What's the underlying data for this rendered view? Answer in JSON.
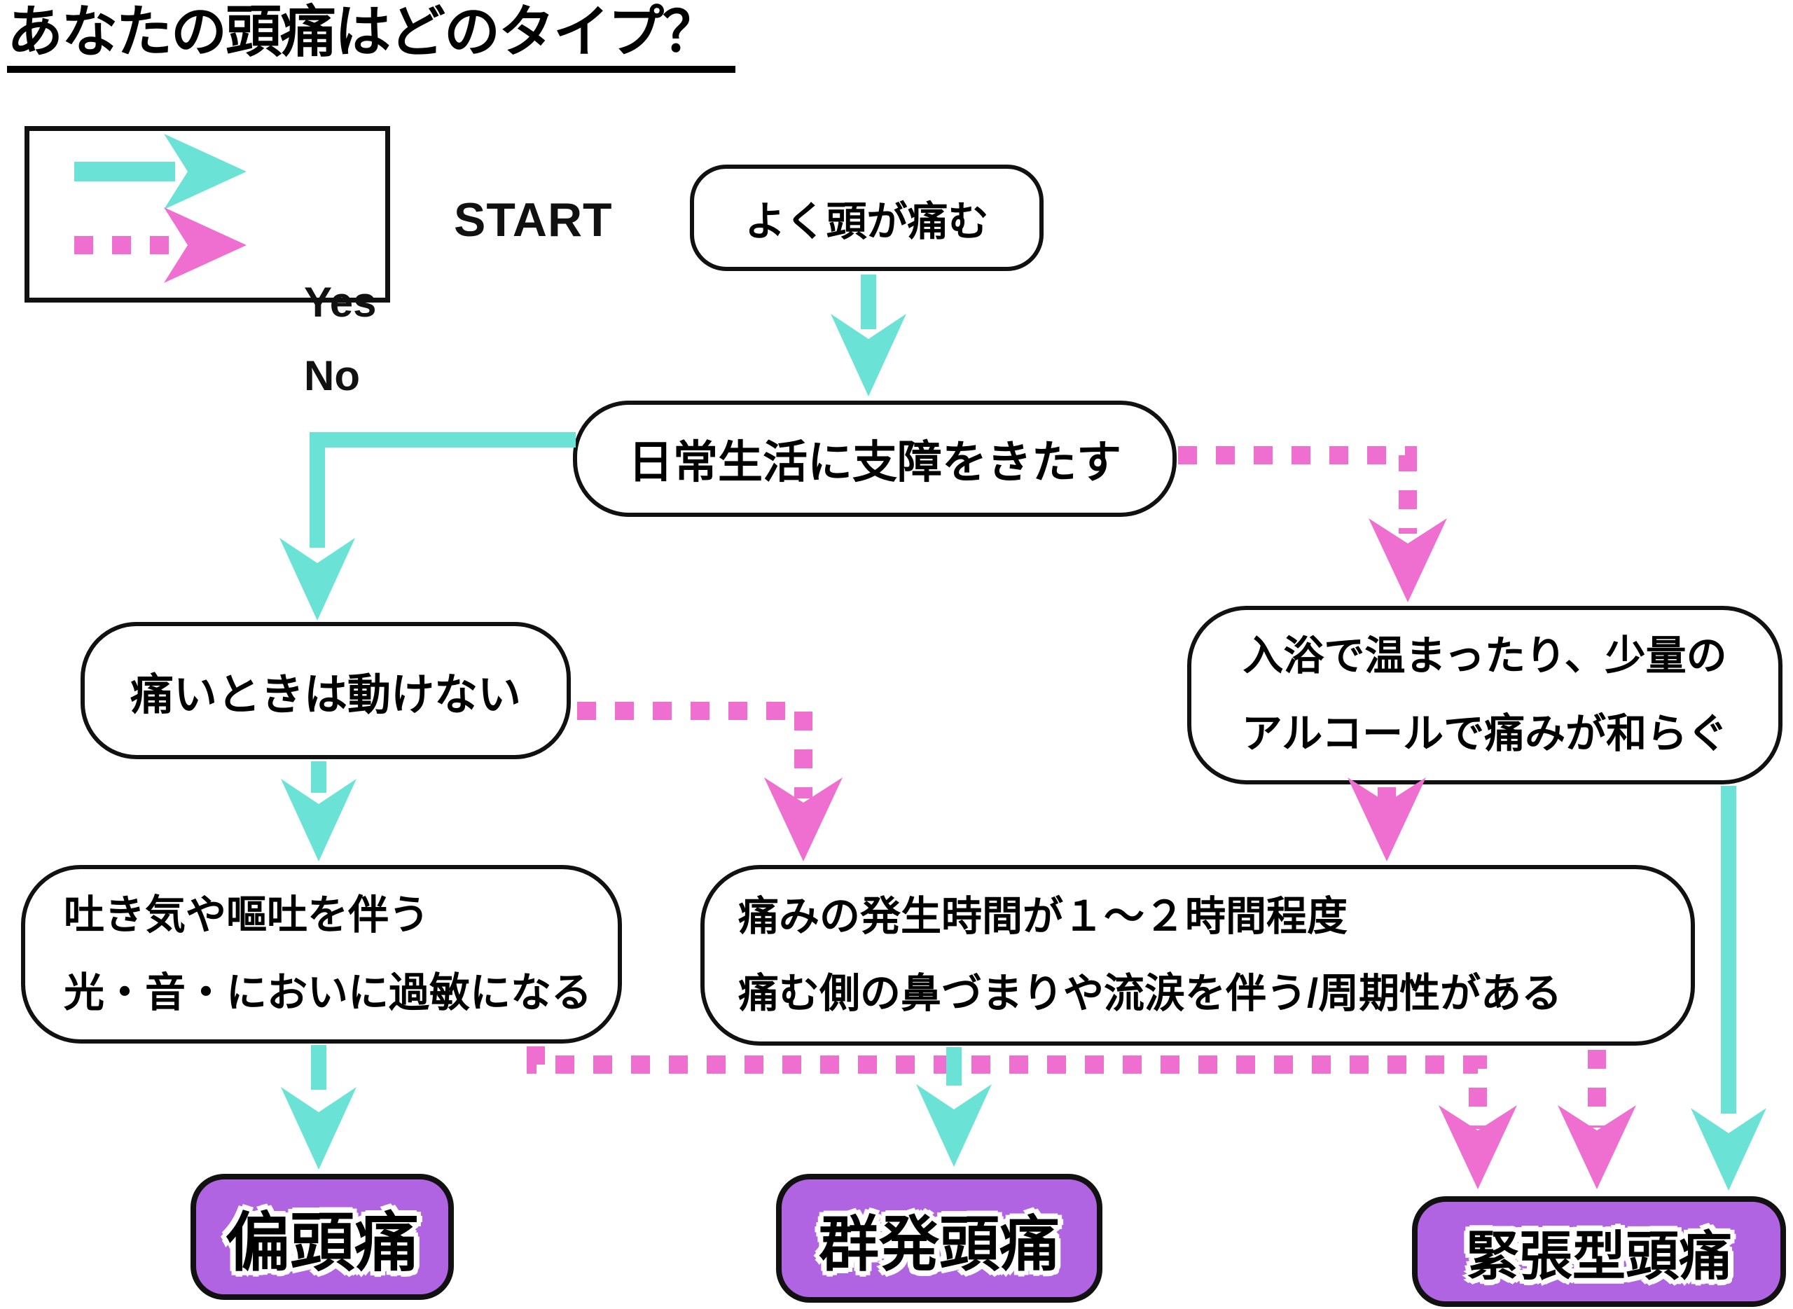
{
  "title": "あなたの頭痛はどのタイプ？",
  "legend": {
    "yes_label": "Yes",
    "no_label": "No"
  },
  "start_label": "START",
  "nodes": {
    "start": "よく頭が痛む",
    "daily_life": "日常生活に支障をきたす",
    "cannot_move": "痛いときは動けない",
    "bath_line1": "入浴で温まったり、少量の",
    "bath_line2": "アルコールで痛みが和らぐ",
    "nausea_line1": "吐き気や嘔吐を伴う",
    "nausea_line2": "光・音・においに過敏になる",
    "duration_line1": "痛みの発生時間が１～２時間程度",
    "duration_line2": "痛む側の鼻づまりや流涙を伴う/周期性がある"
  },
  "results": {
    "migraine": "偏頭痛",
    "cluster": "群発頭痛",
    "tension": "緊張型頭痛"
  },
  "colors": {
    "yes": "#6ae2d6",
    "no": "#ee6fcf",
    "result_fill": "#b164e2",
    "outline": "#111111"
  }
}
